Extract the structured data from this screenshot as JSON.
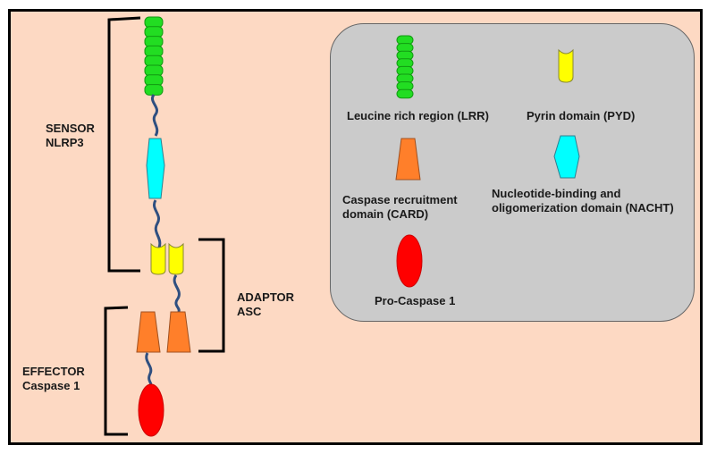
{
  "diagram": {
    "title": "NLRP3 inflammasome assembly",
    "colors": {
      "background": "#fdd9c3",
      "legend_background": "#cbcbcb",
      "lrr": "#22dd22",
      "pyd": "#ffff00",
      "nacht": "#00ffff",
      "card": "#ff7f2a",
      "caspase": "#ff0000",
      "linker": "#2f4f80"
    },
    "groups": [
      {
        "id": "sensor",
        "line1": "SENSOR",
        "line2": "NLRP3"
      },
      {
        "id": "adaptor",
        "line1": "ADAPTOR",
        "line2": "ASC"
      },
      {
        "id": "effector",
        "line1": "EFFECTOR",
        "line2": "Caspase 1"
      }
    ],
    "legend": [
      {
        "id": "lrr",
        "label": "Leucine rich region (LRR)",
        "icon": "lrr-beads-icon"
      },
      {
        "id": "pyd",
        "label": "Pyrin domain (PYD)",
        "icon": "pyd-cup-icon"
      },
      {
        "id": "card",
        "label_line1": "Caspase recruitment",
        "label_line2": "domain (CARD)",
        "icon": "card-trapezoid-icon"
      },
      {
        "id": "nacht",
        "label_line1": "Nucleotide-binding and",
        "label_line2": "oligomerization domain (NACHT)",
        "icon": "nacht-hexagon-icon"
      },
      {
        "id": "procasp",
        "label": "Pro-Caspase 1",
        "icon": "caspase-ellipse-icon"
      }
    ]
  }
}
